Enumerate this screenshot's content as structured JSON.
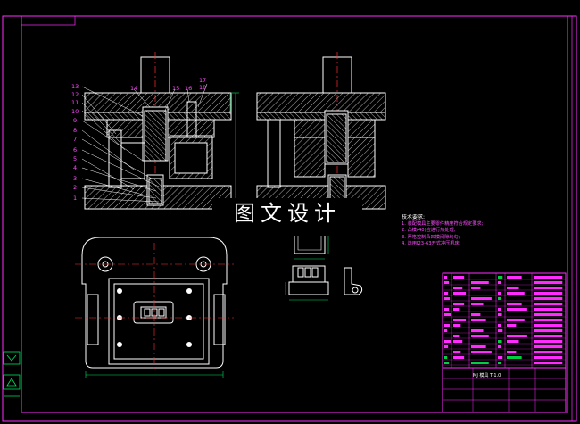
{
  "drawing": {
    "watermark": "图文设计",
    "part_labels_left": [
      "13",
      "12",
      "11",
      "10",
      "9",
      "8",
      "7",
      "6",
      "5",
      "4",
      "3",
      "2",
      "1"
    ],
    "part_labels_top": [
      "14",
      "15",
      "16",
      "17",
      "18"
    ],
    "notes": {
      "title": "技术要求:",
      "lines": [
        "1. 装配模具主要零件精度符合规定要求;",
        "2. 凸模(40)应进行热处理;",
        "3. 严格控制凸凹模间隙均匀;",
        "4. 选用J23-63开式冲压机床;"
      ]
    },
    "title_block": {
      "drawing_no": "MJ 模具 T-1.0"
    },
    "colors": {
      "frame": "#ff2bff",
      "line": "#ffffff",
      "center": "#ff3030",
      "dimension": "#00e060",
      "hatch": "#ffffff",
      "table_fill": "#ff2bff",
      "table_green": "#00d040"
    }
  }
}
